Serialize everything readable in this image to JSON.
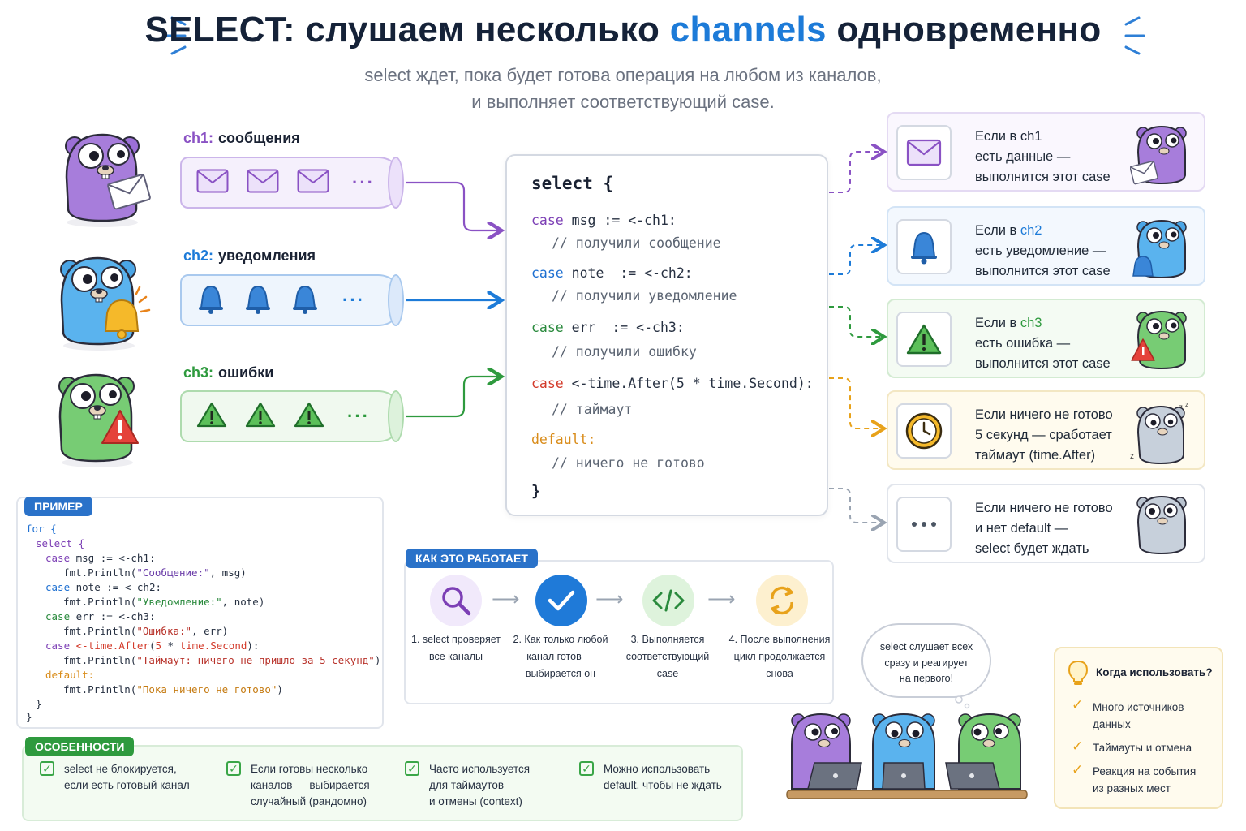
{
  "header": {
    "title_part1": "SELECT: слушаем несколько ",
    "title_accent": "channels",
    "title_part2": " одновременно",
    "subtitle_line1": "select ждет, пока будет готова операция на любом из каналов,",
    "subtitle_line2": "и выполняет соответствующий case."
  },
  "channels": [
    {
      "key": "ch1:",
      "label": "сообщения",
      "color": "#8a52c4",
      "bg": "#f5f0fc",
      "border": "#cbb5ea",
      "icon": "envelope-icon",
      "more": "···"
    },
    {
      "key": "ch2:",
      "label": "уведомления",
      "color": "#1d7bd8",
      "bg": "#eef5fd",
      "border": "#a9c9ee",
      "icon": "bell-icon",
      "more": "···"
    },
    {
      "key": "ch3:",
      "label": "ошибки",
      "color": "#2e9a3e",
      "bg": "#f0f9ef",
      "border": "#aedbae",
      "icon": "warning-icon",
      "more": "···"
    }
  ],
  "select_code": {
    "open": "select {",
    "case1_kw": "case",
    "case1_rest": " msg := <-ch1:",
    "case1_comment": "// получили сообщение",
    "case2_kw": "case",
    "case2_rest": " note  := <-ch2:",
    "case2_comment": "// получили уведомление",
    "case3_kw": "case",
    "case3_rest": " err  := <-ch3:",
    "case3_comment": "// получили ошибку",
    "case4_kw": "case",
    "case4_rest": " <-time.After(5 * time.Second):",
    "case4_comment": "// таймаут",
    "default_kw": "default:",
    "default_comment": "// ничего не готово",
    "close": "}"
  },
  "outcomes": [
    {
      "line1_a": "Если в ",
      "line1_b": "ch1",
      "line2": "есть данные —",
      "line3": "выполнится этот case",
      "icon": "envelope-icon",
      "accent": "#8a52c4",
      "bg": "#faf7fe",
      "border": "#e4daf3"
    },
    {
      "line1_a": "Если в ",
      "line1_b": "ch2",
      "line2": "есть уведомление —",
      "line3": "выполнится этот case",
      "icon": "bell-icon",
      "accent": "#1d7bd8",
      "bg": "#f3f8fe",
      "border": "#d3e4f6"
    },
    {
      "line1_a": "Если в ",
      "line1_b": "ch3",
      "line2": "есть ошибка —",
      "line3": "выполнится этот case",
      "icon": "warning-icon",
      "accent": "#2e9a3e",
      "bg": "#f4fbf3",
      "border": "#d3ebd2"
    },
    {
      "line1_a": "Если ничего не готово",
      "line1_b": "",
      "line2": "5 секунд — сработает",
      "line3": "таймаут (time.After)",
      "icon": "clock-icon",
      "accent": "#e8a21a",
      "bg": "#fffbee",
      "border": "#f3e7c3"
    },
    {
      "line1_a": "Если ничего не готово",
      "line1_b": "",
      "line2": "и нет default —",
      "line3": "select будет ждать",
      "icon": "ellipsis-icon",
      "accent": "#7b8494",
      "bg": "#ffffff",
      "border": "#e1e5ec"
    }
  ],
  "example": {
    "badge": "ПРИМЕР",
    "lines": {
      "l1": "for {",
      "l2": "select {",
      "l3_kw": "case",
      "l3": " msg := <-ch1:",
      "l4_a": "fmt.Println(",
      "l4_s": "\"Сообщение:\"",
      "l4_b": ", msg)",
      "l5_kw": "case",
      "l5": " note := <-ch2:",
      "l6_a": "fmt.Println(",
      "l6_s": "\"Уведомление:\"",
      "l6_b": ", note)",
      "l7_kw": "case",
      "l7": " err := <-ch3:",
      "l8_a": "fmt.Println(",
      "l8_s": "\"Ошибка:\"",
      "l8_b": ", err)",
      "l9_kw": "case",
      "l9_a": " <-",
      "l9_t1": "time.After",
      "l9_p": "(",
      "l9_n": "5",
      "l9_m": " * ",
      "l9_t2": "time.Second",
      "l9_e": "):",
      "l10_a": "fmt.Println(",
      "l10_s": "\"Таймаут: ничего не пришло за 5 секунд\"",
      "l10_b": ")",
      "l11": "default:",
      "l12_a": "fmt.Println(",
      "l12_s": "\"Пока ничего не готово\"",
      "l12_b": ")",
      "l13": "}",
      "l14": "}"
    }
  },
  "how": {
    "badge": "КАК ЭТО РАБОТАЕТ",
    "steps": [
      {
        "l1": "1. select проверяет",
        "l2": "все каналы",
        "l3": "",
        "icon": "search-icon"
      },
      {
        "l1": "2. Как только любой",
        "l2": "канал готов —",
        "l3": "выбирается он",
        "icon": "checkmark-icon"
      },
      {
        "l1": "3. Выполняется",
        "l2": "соответствующий",
        "l3": "case",
        "icon": "code-icon"
      },
      {
        "l1": "4. После выполнения",
        "l2": "цикл продолжается",
        "l3": "снова",
        "icon": "refresh-icon"
      }
    ]
  },
  "features": {
    "badge": "ОСОБЕННОСТИ",
    "items": [
      {
        "l1": "select не блокируется,",
        "l2": "если есть готовый канал",
        "l3": ""
      },
      {
        "l1": "Если готовы несколько",
        "l2": "каналов — выбирается",
        "l3": "случайный (рандомно)"
      },
      {
        "l1": "Часто используется",
        "l2": "для таймаутов",
        "l3": "и отмены (context)"
      },
      {
        "l1": "Можно использовать",
        "l2": "default, чтобы не ждать",
        "l3": ""
      }
    ]
  },
  "bubble": {
    "l1": "select слушает всех",
    "l2": "сразу и реагирует",
    "l3": "на первого!"
  },
  "when": {
    "title": "Когда использовать?",
    "items": [
      {
        "l1": "Много источников",
        "l2": "данных"
      },
      {
        "l1": "Таймауты и отмена",
        "l2": ""
      },
      {
        "l1": "Реакция на события",
        "l2": "из разных мест"
      }
    ]
  }
}
